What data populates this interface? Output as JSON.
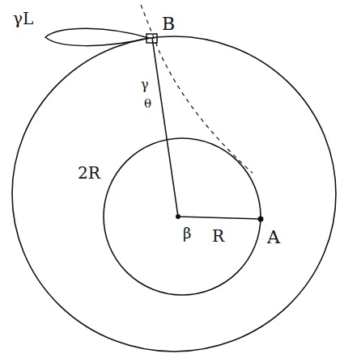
{
  "diagram": {
    "labels": [
      "γL",
      "B",
      "γ",
      "θ",
      "2R",
      "β",
      "R",
      "A"
    ]
  }
}
